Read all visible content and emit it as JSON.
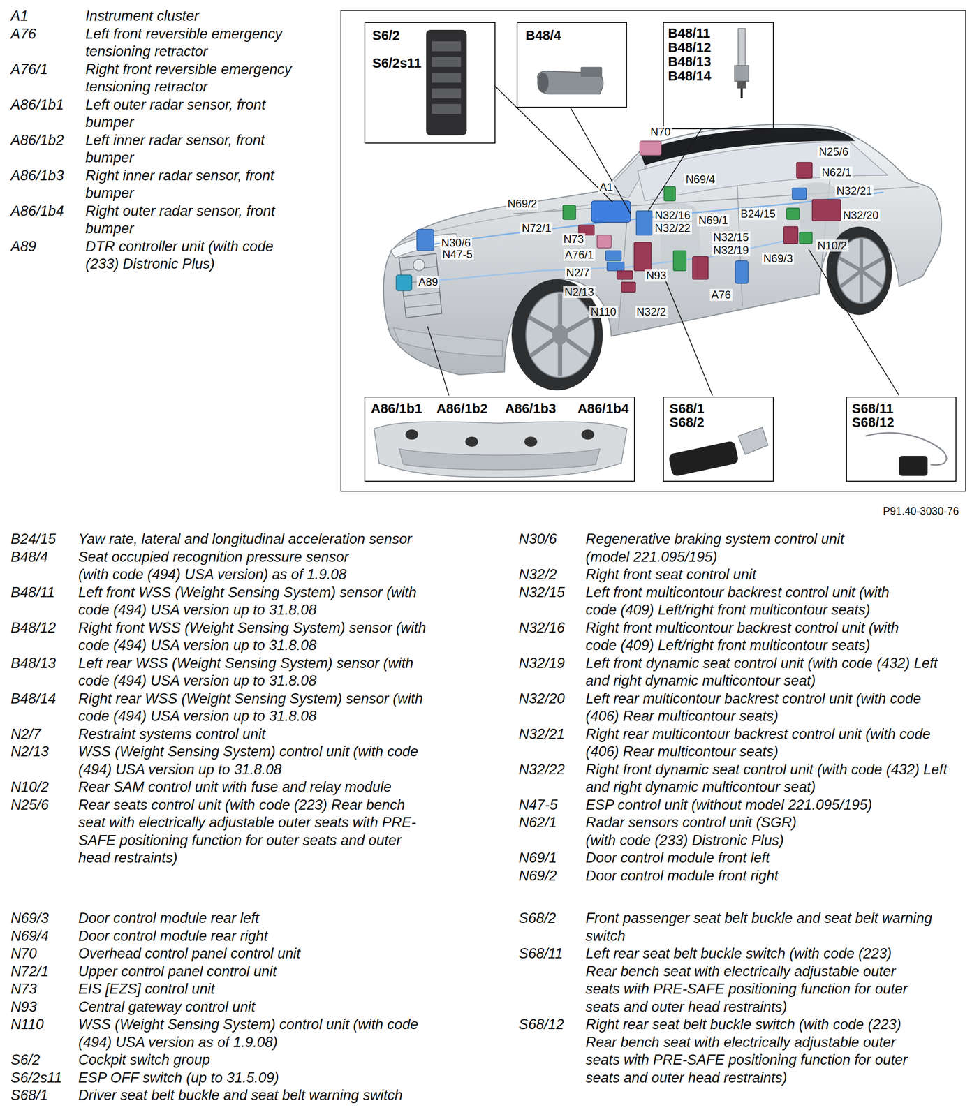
{
  "diagram": {
    "nodes": [
      {
        "text": [
          "P91.40-3030-76"
        ]
      },
      {
        "text": [
          "S6/2",
          "S6/2s11"
        ],
        "in": 0
      },
      {
        "text": [
          "B48/4"
        ],
        "in": 0
      },
      {
        "text": [
          "B48/11",
          "B48/12",
          "B48/13",
          "B48/14"
        ],
        "in": 0
      },
      {
        "text": [
          "A86/1b1",
          "A86/1b2",
          "A86/1b3",
          "A86/1b4"
        ],
        "in": 0
      },
      {
        "text": [
          "S68/1",
          "S68/2"
        ],
        "in": 0
      },
      {
        "text": [
          "S68/11",
          "S68/12"
        ],
        "in": 0
      }
    ],
    "labels": [
      "A1",
      "Instrument cluster",
      "A76",
      "Left front reversible emergency tensioning retractor",
      "A76/1",
      "Right front reversible emergency tensioning retractor",
      "A86/1b1",
      "Left outer radar sensor, front bumper",
      "A86/1b2",
      "Left inner radar sensor, front bumper",
      "A86/1b3",
      "Right inner radar sensor, front bumper",
      "A86/1b4",
      "Right outer radar sensor, front bumper",
      "A89",
      "DTR controller unit (with code (233) Distronic Plus)",
      "N70",
      "N25/6",
      "N62/1",
      "N69/4",
      "N32/21",
      "A1",
      "N69/2",
      "N32/20",
      "B24/15",
      "N32/16",
      "N69/1",
      "N32/22",
      "N72/1",
      "N73",
      "N32/15",
      "N10/2",
      "N30/6",
      "N47-5",
      "A76/1",
      "N32/19",
      "N69/3",
      "N2/7",
      "N93",
      "A89",
      "A76",
      "N2/13",
      "N110",
      "N32/2",
      "B24/15",
      "Yaw rate, lateral and longitudinal acceleration sensor",
      "B48/4",
      "Seat occupied recognition pressure sensor (with code (494) USA version) as of 1.9.08",
      "B48/11",
      "Left front WSS (Weight Sensing System) sensor (with code (494) USA version up to 31.8.08",
      "B48/12",
      "Right front WSS (Weight Sensing System) sensor (with code (494) USA version up to 31.8.08",
      "B48/13",
      "Left rear WSS (Weight Sensing System) sensor (with code (494) USA version up to 31.8.08",
      "B48/14",
      "Right rear WSS (Weight Sensing System) sensor (with code (494) USA version up to 31.8.08",
      "N2/7",
      "Restraint systems control unit",
      "N2/13",
      "WSS (Weight Sensing System) control unit (with code (494) USA version up to 31.8.08",
      "N10/2",
      "Rear SAM control unit with fuse and relay module",
      "N25/6",
      "Rear seats control unit (with code (223) Rear bench seat with electrically adjustable outer seats with PRE-SAFE positioning function for outer seats and outer head restraints)",
      "N30/6",
      "Regenerative braking system control unit (model 221.095/195)",
      "N32/2",
      "Right front seat control unit",
      "N32/15",
      "Left front multicontour backrest control unit (with code (409) Left/right front multicontour seats)",
      "N32/16",
      "Right front multicontour backrest control unit (with code (409) Left/right front multicontour seats)",
      "N32/19",
      "Left front dynamic seat control unit (with code (432) Left and right dynamic multicontour seat)",
      "N32/20",
      "Left rear multicontour backrest control unit (with code (406) Rear multicontour seats)",
      "N32/21",
      "Right rear multicontour backrest control unit (with code (406) Rear multicontour seats)",
      "N32/22",
      "Right front dynamic seat control unit (with code (432) Left and right dynamic multicontour seat)",
      "N47-5",
      "ESP control unit (without model 221.095/195)",
      "N62/1",
      "Radar sensors control unit (SGR) (with code (233) Distronic Plus)",
      "N69/1",
      "Door control module front left",
      "N69/2",
      "Door control module front right",
      "N69/3",
      "Door control module rear left",
      "N69/4",
      "Door control module rear right",
      "N70",
      "Overhead control panel control unit",
      "N72/1",
      "Upper control panel control unit",
      "N73",
      "EIS [EZS] control unit",
      "N93",
      "Central gateway control unit",
      "N110",
      "WSS (Weight Sensing System) control unit (with code (494) USA version as of 1.9.08)",
      "S6/2",
      "Cockpit switch group",
      "S6/2s11",
      "ESP OFF switch (up to 31.5.09)",
      "S68/1",
      "Driver seat belt buckle and seat belt warning switch",
      "S68/2",
      "Front passenger seat belt buckle and seat belt warning switch",
      "S68/11",
      "Left rear seat belt buckle switch (with code (223) Rear bench seat with electrically adjustable outer seats with PRE-SAFE positioning function for outer seats and outer head restraints)",
      "S68/12",
      "Right rear seat belt buckle switch (with code (223) Rear bench seat with electrically adjustable outer seats with PRE-SAFE positioning function for outer seats and outer head restraints)"
    ]
  }
}
